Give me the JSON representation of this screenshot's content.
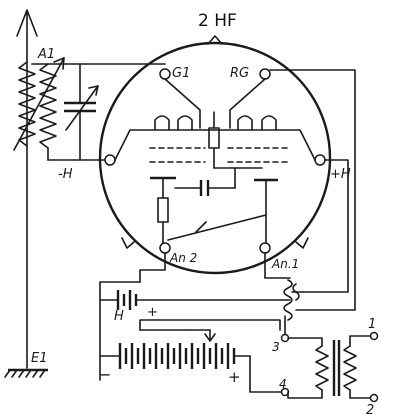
{
  "title": "2 HF",
  "labels": {
    "a1": "A1",
    "e1": "E1",
    "g1": "G1",
    "rg": "RG",
    "minus_h_left": "-H",
    "plus_h_right": "+H",
    "an2": "An 2",
    "an1": "An.1",
    "h_battery": "H",
    "plus_battery": "+",
    "minus_anode": "−",
    "plus_anode": "+",
    "terminal_1": "1",
    "terminal_2": "2",
    "terminal_3": "3",
    "terminal_4": "4"
  }
}
